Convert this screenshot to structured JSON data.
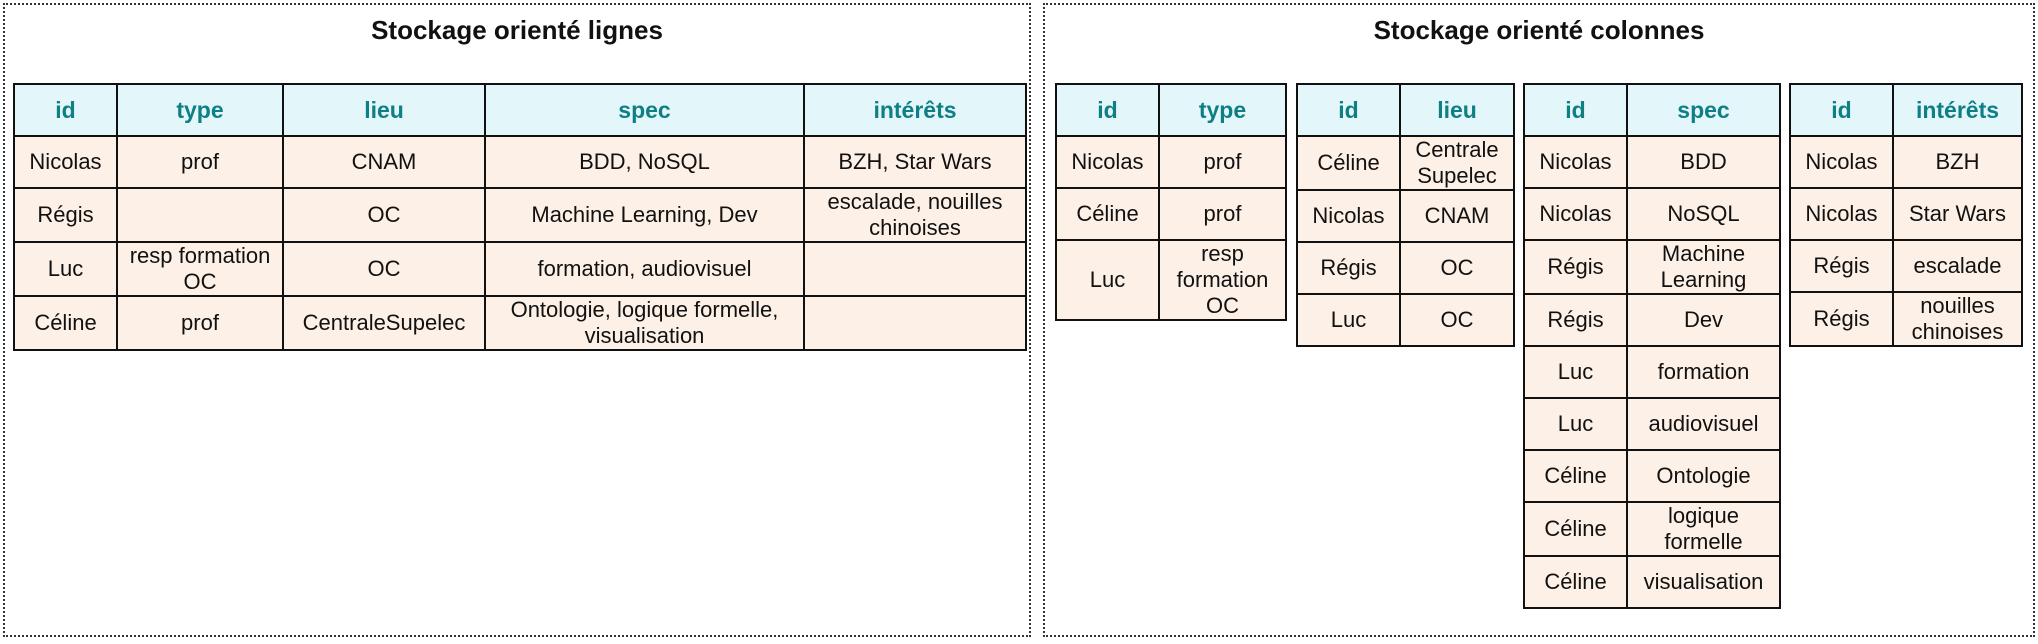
{
  "row_panel": {
    "title": "Stockage orienté lignes",
    "headers": [
      "id",
      "type",
      "lieu",
      "spec",
      "intérêts"
    ],
    "rows": [
      [
        "Nicolas",
        "prof",
        "CNAM",
        "BDD, NoSQL",
        "BZH, Star Wars"
      ],
      [
        "Régis",
        "",
        "OC",
        "Machine Learning, Dev",
        "escalade, nouilles chinoises"
      ],
      [
        "Luc",
        "resp formation OC",
        "OC",
        "formation, audiovisuel",
        ""
      ],
      [
        "Céline",
        "prof",
        "CentraleSupelec",
        "Ontologie, logique formelle, visualisation",
        ""
      ]
    ]
  },
  "column_panel": {
    "title": "Stockage orienté colonnes",
    "tables": [
      {
        "headers": [
          "id",
          "type"
        ],
        "rows": [
          [
            "Nicolas",
            "prof"
          ],
          [
            "Céline",
            "prof"
          ],
          [
            "Luc",
            "resp formation OC"
          ]
        ]
      },
      {
        "headers": [
          "id",
          "lieu"
        ],
        "rows": [
          [
            "Céline",
            "Centrale Supelec"
          ],
          [
            "Nicolas",
            "CNAM"
          ],
          [
            "Régis",
            "OC"
          ],
          [
            "Luc",
            "OC"
          ]
        ]
      },
      {
        "headers": [
          "id",
          "spec"
        ],
        "rows": [
          [
            "Nicolas",
            "BDD"
          ],
          [
            "Nicolas",
            "NoSQL"
          ],
          [
            "Régis",
            "Machine Learning"
          ],
          [
            "Régis",
            "Dev"
          ],
          [
            "Luc",
            "formation"
          ],
          [
            "Luc",
            "audiovisuel"
          ],
          [
            "Céline",
            "Ontologie"
          ],
          [
            "Céline",
            "logique formelle"
          ],
          [
            "Céline",
            "visualisation"
          ]
        ]
      },
      {
        "headers": [
          "id",
          "intérêts"
        ],
        "rows": [
          [
            "Nicolas",
            "BZH"
          ],
          [
            "Nicolas",
            "Star Wars"
          ],
          [
            "Régis",
            "escalade"
          ],
          [
            "Régis",
            "nouilles chinoises"
          ]
        ]
      }
    ]
  },
  "colors": {
    "header_bg": "#e3f7fa",
    "header_text": "#0f7f86",
    "cell_bg": "#fdf0e6",
    "border": "#111111"
  }
}
